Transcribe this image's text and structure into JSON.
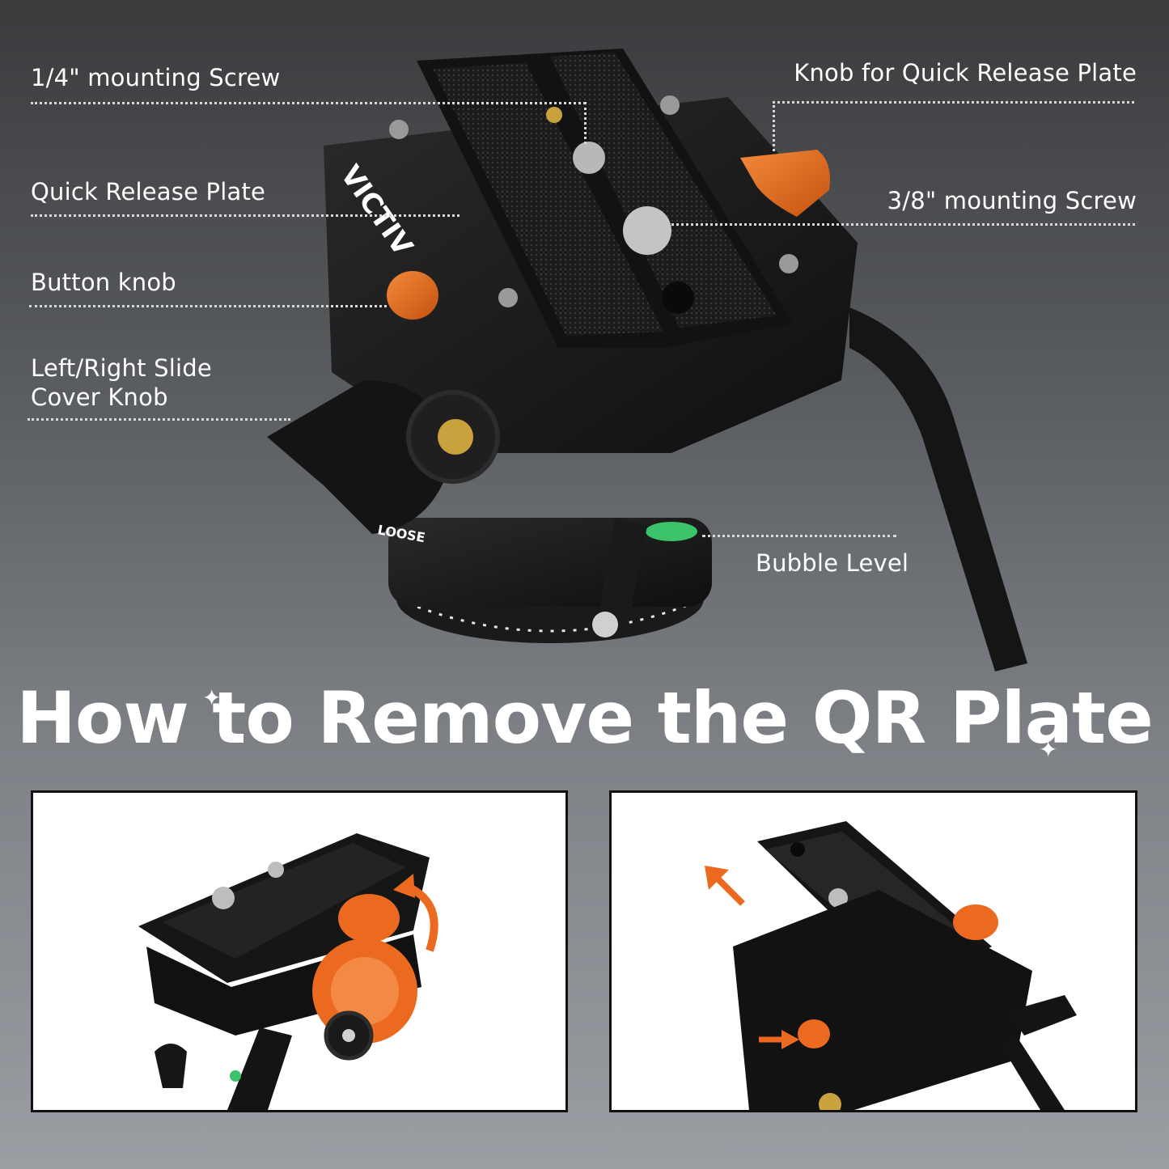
{
  "callouts": {
    "quarter_screw": "1/4\" mounting Screw",
    "qr_plate": "Quick Release Plate",
    "button_knob": "Button knob",
    "slide_knob_line1": "Left/Right Slide",
    "slide_knob_line2": "Cover Knob",
    "knob_qr_plate": "Knob for Quick Release Plate",
    "three_eighth_screw": "3/8\" mounting Screw",
    "bubble_level": "Bubble Level"
  },
  "product": {
    "brand_mark": "VICTIV",
    "dial_marking": "LOOSE"
  },
  "headline": "How to Remove the QR Plate",
  "colors": {
    "accent_orange": "#ec6a1f",
    "body_black": "#1c1c1c",
    "bubble_green": "#3cc36a",
    "brass": "#c9a23e"
  },
  "icons": {
    "rotate_arrow": "curved-arrow-icon",
    "slide_arrow": "up-left-arrow-icon",
    "press_arrow": "right-arrow-icon"
  }
}
